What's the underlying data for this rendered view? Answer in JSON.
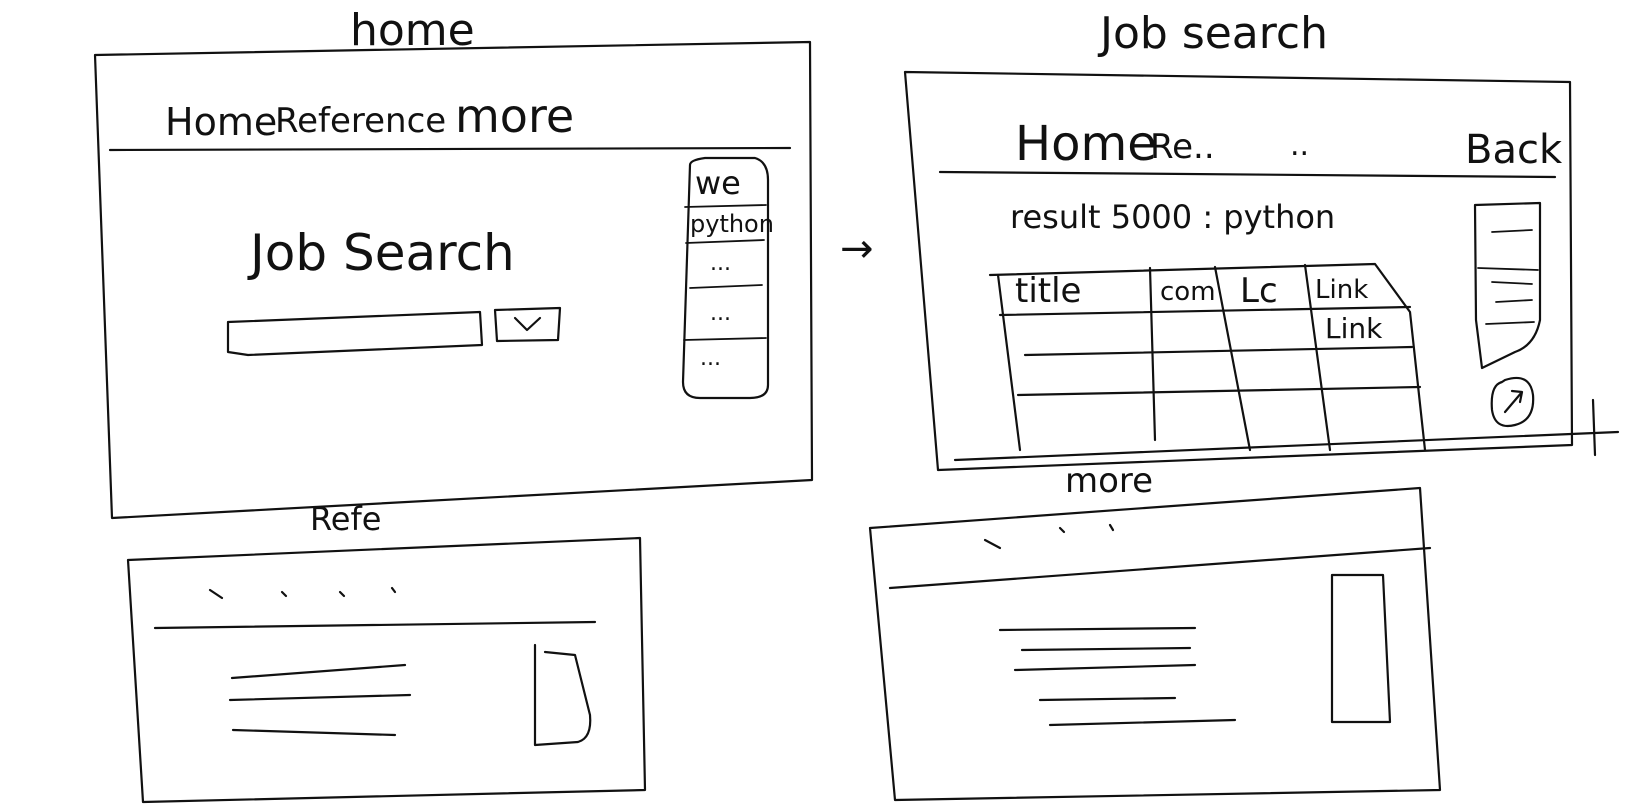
{
  "home": {
    "title": "home",
    "nav": {
      "home": "Home",
      "reference": "Reference",
      "more": "more"
    },
    "heading": "Job Search",
    "side_list": {
      "items": [
        "we",
        "python",
        "...",
        "...",
        "..."
      ]
    }
  },
  "job_search": {
    "title": "Job search",
    "nav": {
      "home": "Home",
      "ref": "Re..",
      "dots": "..",
      "back": "Back"
    },
    "result_text": "result 5000 : python",
    "table": {
      "headers": [
        "title",
        "com",
        "Lc",
        "Link"
      ],
      "rows": [
        [
          "",
          "",
          "",
          "Link"
        ],
        [
          "",
          "",
          "",
          ""
        ],
        [
          "",
          "",
          "",
          ""
        ]
      ]
    }
  },
  "refe": {
    "title": "Refe"
  },
  "more": {
    "title": "more"
  },
  "arrow": "→",
  "colors": {
    "ink": "#111111",
    "background": "#ffffff"
  }
}
